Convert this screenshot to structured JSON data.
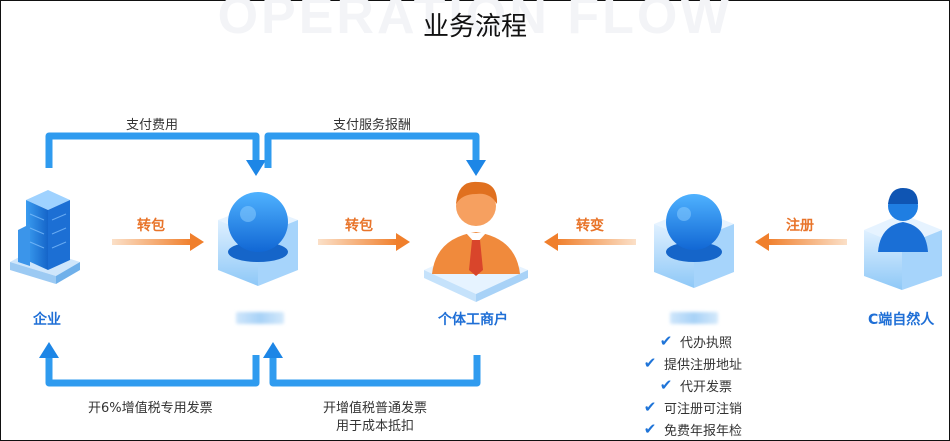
{
  "watermark": "OPERATION FLOW",
  "title": "业务流程",
  "top_labels": {
    "pay_fee": "支付费用",
    "pay_service": "支付服务报酬"
  },
  "flows": {
    "enterprise_to_platform": "转包",
    "platform_to_merchant": "转包",
    "agent_to_merchant": "转变",
    "person_to_agent": "注册"
  },
  "nodes": {
    "enterprise": "企业",
    "merchant": "个体工商户",
    "person": "C端自然人"
  },
  "bottom_labels": {
    "vat_invoice": "开6%增值税专用发票",
    "normal_invoice_line1": "开增值税普通发票",
    "normal_invoice_line2": "用于成本抵扣"
  },
  "services": [
    "代办执照",
    "提供注册地址",
    "代开发票",
    "可注册可注销",
    "免费年报年检"
  ],
  "colors": {
    "blue_arrow": "#2f9bef",
    "orange_arrow": "#f08a3c",
    "node_blue": "#1f6fd6",
    "flow_text": "#e8742a"
  },
  "icons": {
    "check": "✔"
  }
}
